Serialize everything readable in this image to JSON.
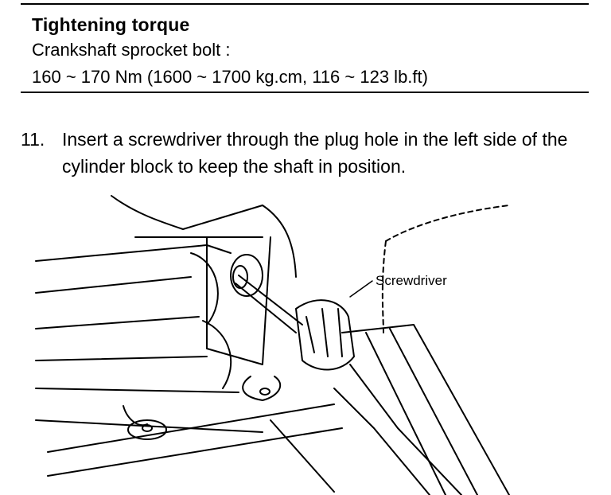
{
  "spec": {
    "title": "Tightening torque",
    "item": "Crankshaft sprocket bolt :",
    "value": "160 ~ 170 Nm (1600 ~ 1700 kg.cm, 116 ~ 123 lb.ft)"
  },
  "step": {
    "number": "11.",
    "text": "Insert a screwdriver through the plug hole in the left side of the cylinder block to keep the shaft in position."
  },
  "figure": {
    "callout": "Screwdriver"
  }
}
